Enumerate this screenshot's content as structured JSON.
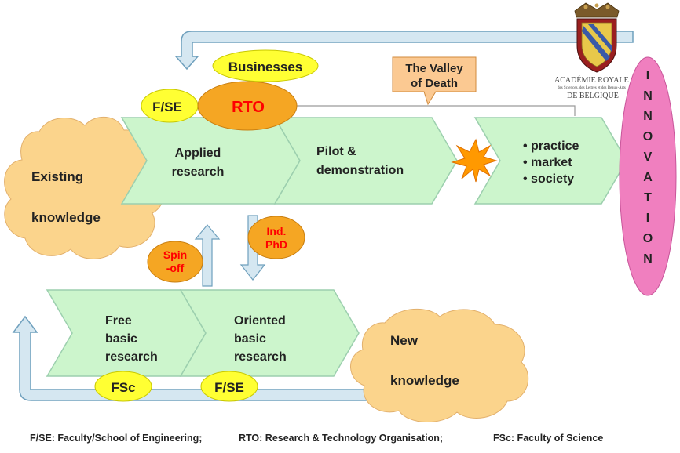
{
  "colors": {
    "chevron": "#ccf5cc",
    "chevron_stroke": "#9ccfae",
    "arrow_fill": "#d5e7f1",
    "arrow_stroke": "#6fa0bd",
    "cloud": "#fbd48c",
    "yellow_ellipse": "#ffff33",
    "orange_ellipse": "#f5a623",
    "red_text": "#ff0000",
    "innovation": "#f07fbf",
    "callout": "#fbc992",
    "star": "#ff9900"
  },
  "nodes": {
    "businesses": "Businesses",
    "fse_top": "F/SE",
    "rto": "RTO",
    "valley_of_death": [
      "The Valley",
      "of Death"
    ],
    "existing_knowledge": [
      "Existing",
      "knowledge"
    ],
    "applied_research": [
      "Applied",
      "research"
    ],
    "pilot_demonstration": [
      "Pilot &",
      "demonstration"
    ],
    "outcomes": [
      "• practice",
      "• market",
      "• society"
    ],
    "innovation": [
      "I",
      "N",
      "N",
      "O",
      "V",
      "A",
      "T",
      "I",
      "O",
      "N"
    ],
    "ind_phd": [
      "Ind.",
      "PhD"
    ],
    "spin_off": [
      "Spin",
      "-off"
    ],
    "free_basic_research": [
      "Free",
      "basic",
      "research"
    ],
    "oriented_basic_research": [
      "Oriented",
      "basic",
      "research"
    ],
    "fsc": "FSc",
    "fse_bottom": "F/SE",
    "new_knowledge": [
      "New",
      "knowledge"
    ]
  },
  "academie": {
    "line1": "ACADÉMIE ROYALE",
    "line2": "des Sciences, des Lettres et des Beaux-Arts",
    "line3": "DE BELGIQUE"
  },
  "footer": {
    "fse": "F/SE: Faculty/School of Engineering;",
    "rto": "RTO: Research & Technology Organisation;",
    "fsc": "FSc: Faculty of Science"
  }
}
